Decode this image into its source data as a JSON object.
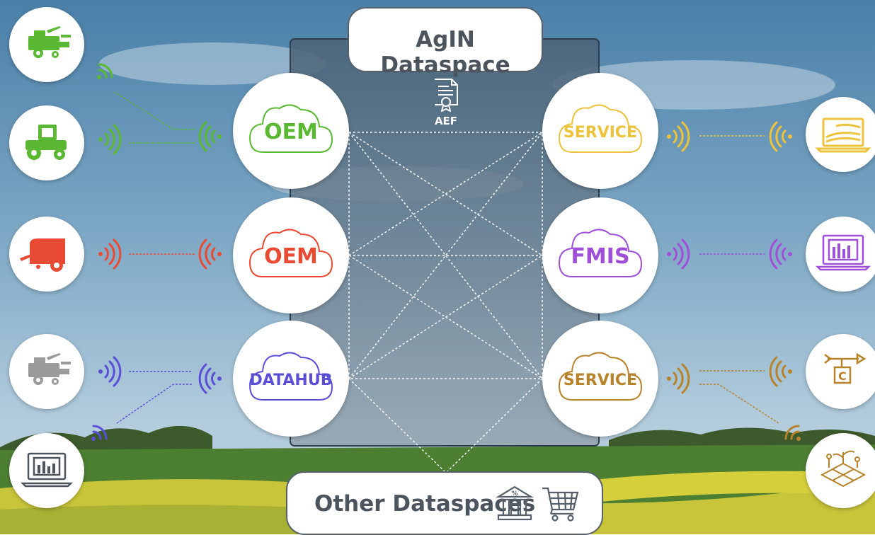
{
  "title": "AgIN Dataspace",
  "certificate_label": "AEF",
  "bottom_label": "Other Dataspaces",
  "nodes": {
    "oem_top": "OEM",
    "oem_mid": "OEM",
    "datahub": "DATAHUB",
    "service_top": "SERVICE",
    "fmis": "FMIS",
    "service_bottom": "SERVICE"
  },
  "colors": {
    "green": "#5ab832",
    "red": "#e94a33",
    "blue": "#5a4fd6",
    "yellow": "#ecc33a",
    "purple": "#a04fd8",
    "brown": "#b7832a",
    "gray": "#9a9a9a",
    "dark": "#4c555e"
  },
  "icons": {
    "left": [
      "combine-harvester-icon",
      "tractor-icon",
      "baler-icon",
      "combine-harvester-icon",
      "laptop-chart-icon"
    ],
    "right": [
      "laptop-field-icon",
      "laptop-chart-icon",
      "weather-station-icon",
      "field-map-icon"
    ],
    "bottom": [
      "bank-icon",
      "shopping-cart-icon"
    ]
  }
}
